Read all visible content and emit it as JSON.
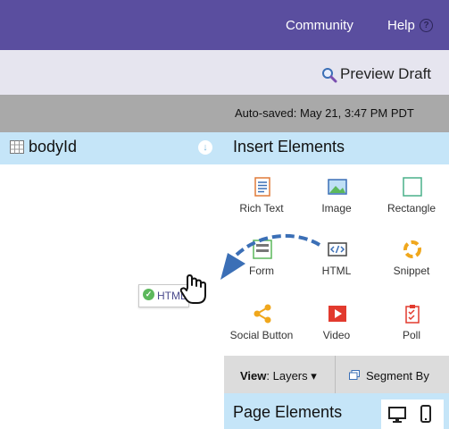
{
  "topnav": {
    "community": "Community",
    "help": "Help",
    "help_icon": "?"
  },
  "preview": {
    "label": "Preview Draft",
    "icon": "magnifier-icon"
  },
  "autosave": {
    "text": "Auto-saved: May 21, 3:47 PM PDT"
  },
  "left_panel": {
    "title": "bodyId",
    "down_icon": "↓"
  },
  "insert": {
    "title": "Insert Elements",
    "items": [
      {
        "label": "Rich Text",
        "icon": "rich-text-icon"
      },
      {
        "label": "Image",
        "icon": "image-icon"
      },
      {
        "label": "Rectangle",
        "icon": "rectangle-icon"
      },
      {
        "label": "Form",
        "icon": "form-icon"
      },
      {
        "label": "HTML",
        "icon": "html-icon"
      },
      {
        "label": "Snippet",
        "icon": "snippet-icon"
      },
      {
        "label": "Social Button",
        "icon": "share-icon"
      },
      {
        "label": "Video",
        "icon": "video-icon"
      },
      {
        "label": "Poll",
        "icon": "poll-icon"
      }
    ]
  },
  "view_bar": {
    "view_bold": "View",
    "view_rest": ": Layers ▾",
    "segment": "Segment By"
  },
  "page_elements": {
    "title": "Page Elements"
  },
  "drag": {
    "label": "HTML",
    "check": "✓"
  },
  "colors": {
    "nav": "#5a4e9f",
    "panel_header": "#c5e5f8",
    "autosave_bar": "#a9a9a9",
    "accent_blue": "#3b6fb6"
  }
}
